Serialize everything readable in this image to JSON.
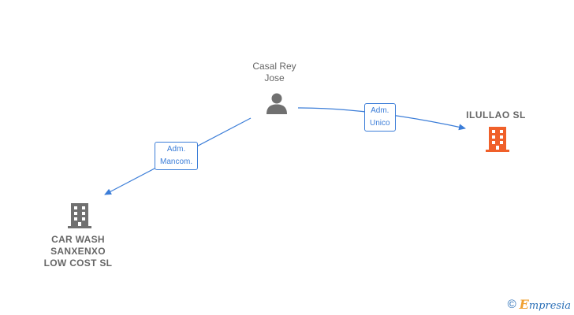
{
  "nodes": {
    "person": {
      "label": "Casal Rey\nJose",
      "icon": "person-icon",
      "color": "#707070"
    },
    "company_main": {
      "label": "ILULLAO  SL",
      "icon": "building-icon",
      "color": "#f0602a"
    },
    "company_other": {
      "label": "CAR WASH\nSANXENXO\nLOW COST  SL",
      "icon": "building-icon",
      "color": "#707070"
    }
  },
  "edges": [
    {
      "from": "person",
      "to": "company_main",
      "label_line1": "Adm.",
      "label_line2": "Unico"
    },
    {
      "from": "person",
      "to": "company_other",
      "label_line1": "Adm.",
      "label_line2": "Mancom."
    }
  ],
  "edge_color": "#3b7dd8",
  "brand": {
    "copyright": "©",
    "first_letter": "E",
    "rest": "mpresia"
  }
}
